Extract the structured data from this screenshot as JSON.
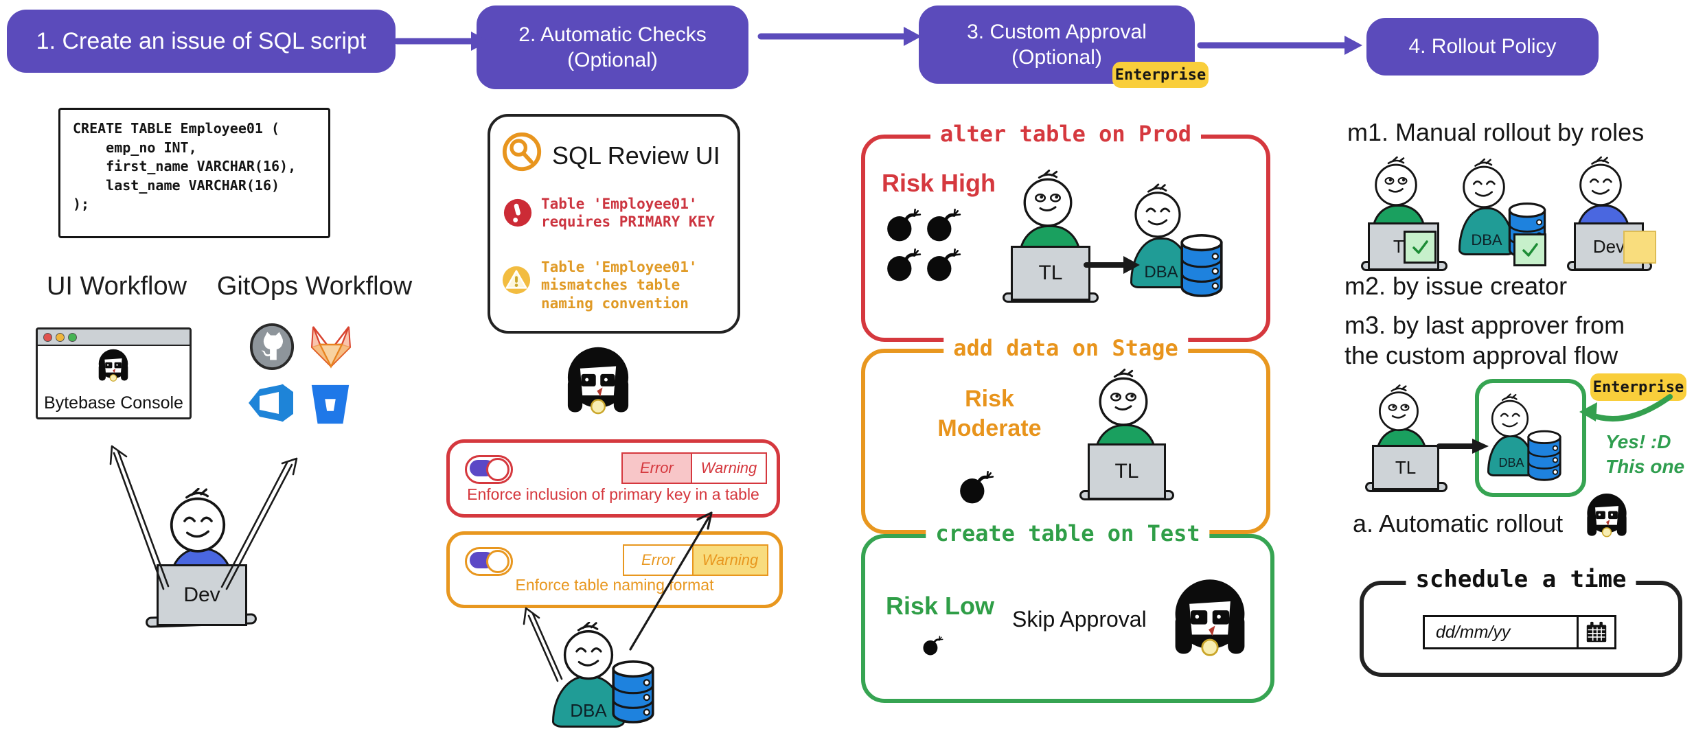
{
  "colors": {
    "purple": "#5b4bbb",
    "red": "#d5383e",
    "orange": "#e8971f",
    "green": "#36a452",
    "badge_yellow": "#f9ce3b",
    "teal_shirt": "#209c96",
    "green_shirt": "#1aa05f",
    "blue_shirt": "#4a67e0",
    "db_blue": "#1e82de",
    "laptop_gray": "#ced3d7"
  },
  "steps": [
    {
      "label": "1. Create an issue of SQL script"
    },
    {
      "label": "2. Automatic Checks\n(Optional)"
    },
    {
      "label": "3. Custom Approval\n(Optional)",
      "badge": "Enterprise"
    },
    {
      "label": "4. Rollout Policy"
    }
  ],
  "roles": {
    "tl": "TL",
    "dba": "DBA",
    "dev": "Dev"
  },
  "step1": {
    "sql_code": "CREATE TABLE Employee01 (\n    emp_no INT,\n    first_name VARCHAR(16),\n    last_name VARCHAR(16)\n);",
    "ui_workflow": "UI Workflow",
    "gitops_workflow": "GitOps Workflow",
    "console": "Bytebase Console"
  },
  "step2": {
    "review_title": "SQL Review UI",
    "error_message": "Table 'Employee01'\nrequires PRIMARY KEY",
    "warning_message": "Table 'Employee01'\nmismatches table\nnaming convention",
    "rules": [
      {
        "label": "Enforce inclusion of primary key in a table",
        "error_label": "Error",
        "warning_label": "Warning",
        "selected": "Error",
        "toggle_on": true
      },
      {
        "label": "Enforce table naming format",
        "error_label": "Error",
        "warning_label": "Warning",
        "selected": "Warning",
        "toggle_on": true
      }
    ]
  },
  "step3": {
    "cases": [
      {
        "title": "alter table on Prod",
        "risk": "Risk High",
        "bombs": 4
      },
      {
        "title": "add data on Stage",
        "risk": "Risk\nModerate",
        "bombs": 1
      },
      {
        "title": "create table on Test",
        "risk": "Risk Low",
        "bombs": 1,
        "note": "Skip Approval"
      }
    ]
  },
  "step4": {
    "m1": "m1. Manual rollout by roles",
    "m2": "m2. by issue creator",
    "m3": "m3. by last approver from\nthe custom approval flow",
    "enterprise_badge": "Enterprise",
    "annotation": "Yes! :D\nThis one",
    "auto": "a. Automatic rollout",
    "schedule_title": "schedule a time",
    "date_placeholder": "dd/mm/yy"
  },
  "icons": [
    "magnifier-icon",
    "error-icon",
    "warning-icon",
    "github-icon",
    "gitlab-icon",
    "azure-devops-icon",
    "bitbucket-icon",
    "calendar-icon",
    "bomb-icon",
    "check-icon",
    "traffic-lights",
    "bytebase-mascot-icon",
    "database-icon",
    "arrow-icon"
  ]
}
